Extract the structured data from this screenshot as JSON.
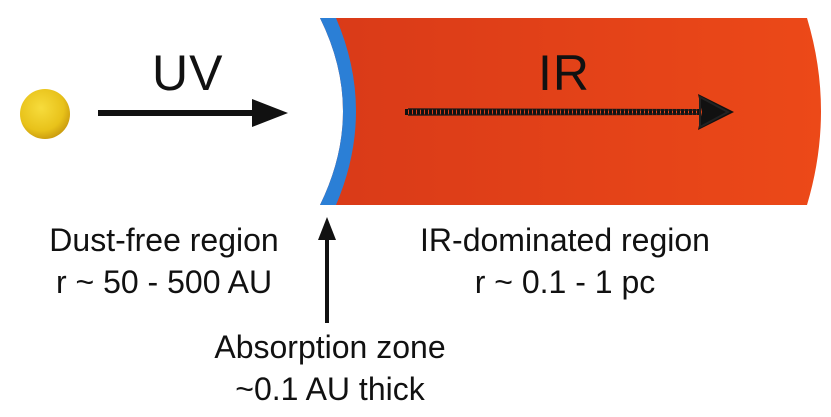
{
  "colors": {
    "star_fill": "#e8c21a",
    "star_shade": "#c99a0e",
    "ir_region_dark": "#d93a18",
    "ir_region_light": "#ec4918",
    "absorption_zone": "#2b7fd6",
    "arrow": "#111111"
  },
  "labels": {
    "uv": "UV",
    "ir": "IR"
  },
  "regions": {
    "dust_free": {
      "name": "Dust-free region",
      "radius": "r ~ 50 - 500 AU"
    },
    "ir_dominated": {
      "name": "IR-dominated region",
      "radius": "r ~ 0.1 - 1 pc"
    },
    "absorption": {
      "name": "Absorption zone",
      "thickness": "~0.1 AU thick"
    }
  }
}
